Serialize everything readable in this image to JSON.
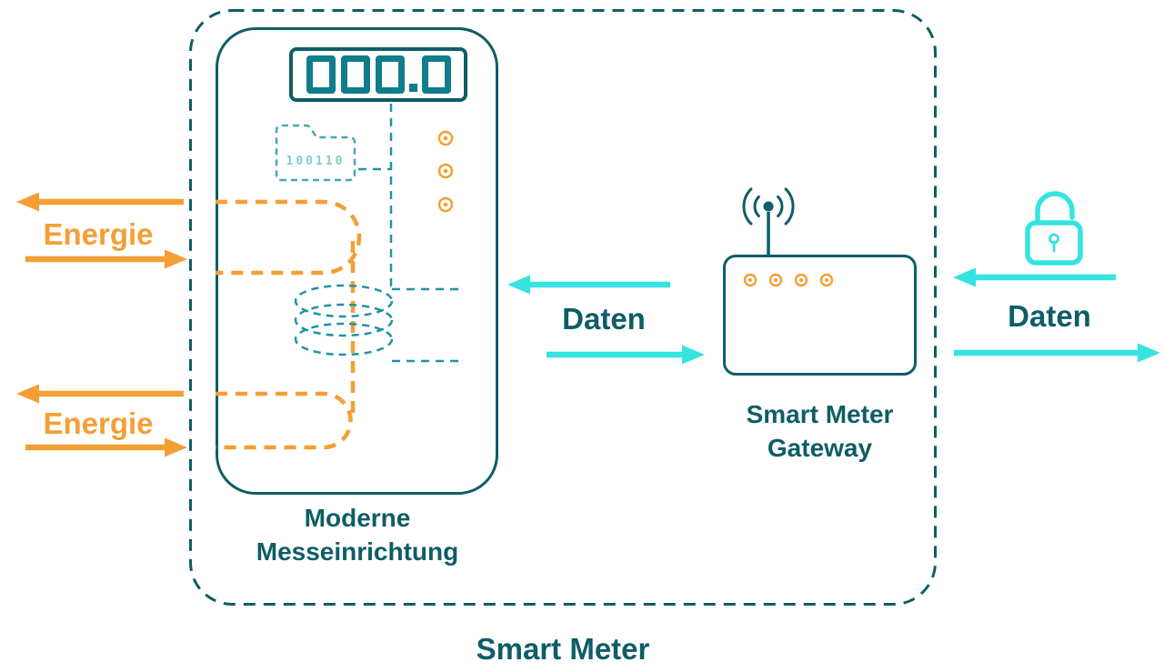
{
  "title": {
    "system": "Smart Meter"
  },
  "colors": {
    "dark_teal": "#0E5D67",
    "teal": "#2293A0",
    "light_teal": "#4AA8B4",
    "pale_teal": "#85C9D2",
    "display_teal": "#0F7D8B",
    "orange": "#F49F35",
    "cyan": "#35E3DF"
  },
  "energy_flow": {
    "label_top": "Energie",
    "label_bottom": "Energie"
  },
  "data_flow": {
    "meter_to_gateway_label": "Daten",
    "gateway_to_external_label": "Daten"
  },
  "meter": {
    "name_line1": "Moderne",
    "name_line2": "Messeinrichtung",
    "display_value": "000.0",
    "binary_label": "100110",
    "led_count": 3
  },
  "gateway": {
    "name_line1": "Smart Meter",
    "name_line2": "Gateway",
    "led_count": 4
  },
  "icons": {
    "folder": "data-folder-icon",
    "coil": "measurement-coil-icon",
    "antenna": "wifi-antenna-icon",
    "lock": "open-lock-icon"
  }
}
